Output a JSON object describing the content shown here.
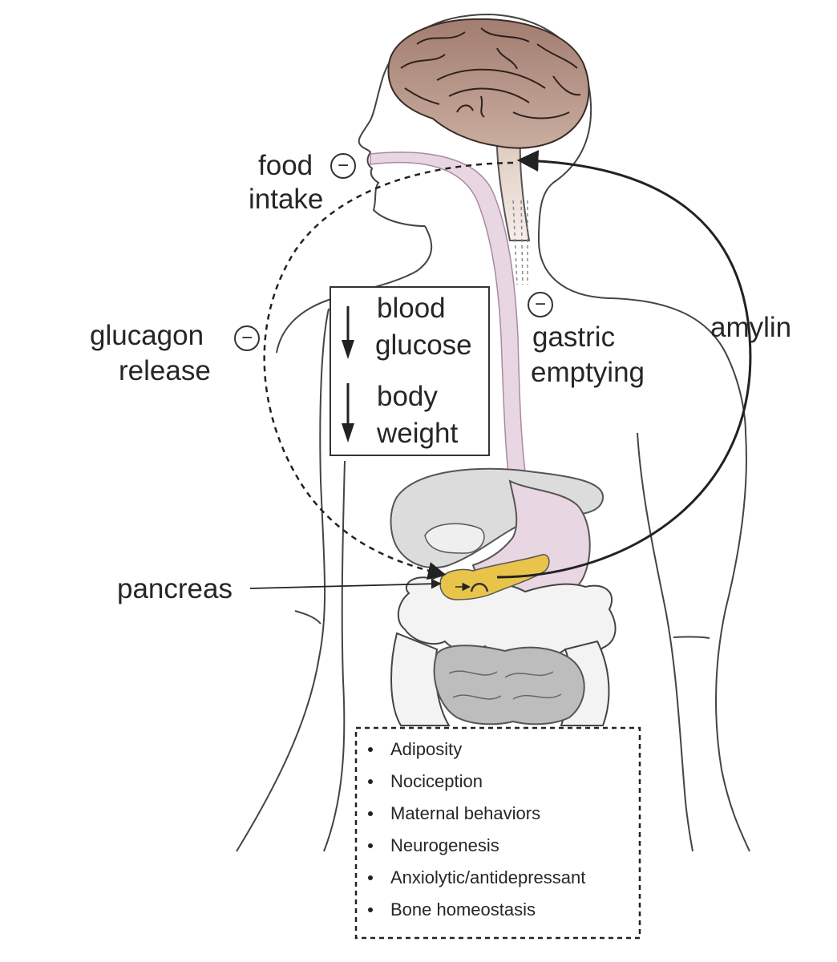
{
  "labels": {
    "food_line1": "food",
    "food_line2": "intake",
    "glucagon_line1": "glucagon",
    "glucagon_line2": "release",
    "gastric_line1": "gastric",
    "gastric_line2": "emptying",
    "amylin": "amylin",
    "pancreas": "pancreas",
    "inhibit_symbol": "−"
  },
  "effects_box": {
    "blood_line1": "blood",
    "blood_line2": "glucose",
    "body_line1": "body",
    "body_line2": "weight"
  },
  "other_effects": [
    "Adiposity",
    "Nociception",
    "Maternal behaviors",
    "Neurogenesis",
    "Anxiolytic/antidepressant",
    "Bone homeostasis"
  ],
  "colors": {
    "brain": "#a98578",
    "brainstem": "#ead9cf",
    "esophagus": "#e8d5e2",
    "pancreas": "#e8c54a",
    "liver": "#dcdcdc",
    "large_intestine": "#f3f3f3",
    "small_intestine": "#bdbdbd",
    "outline": "#333333"
  }
}
